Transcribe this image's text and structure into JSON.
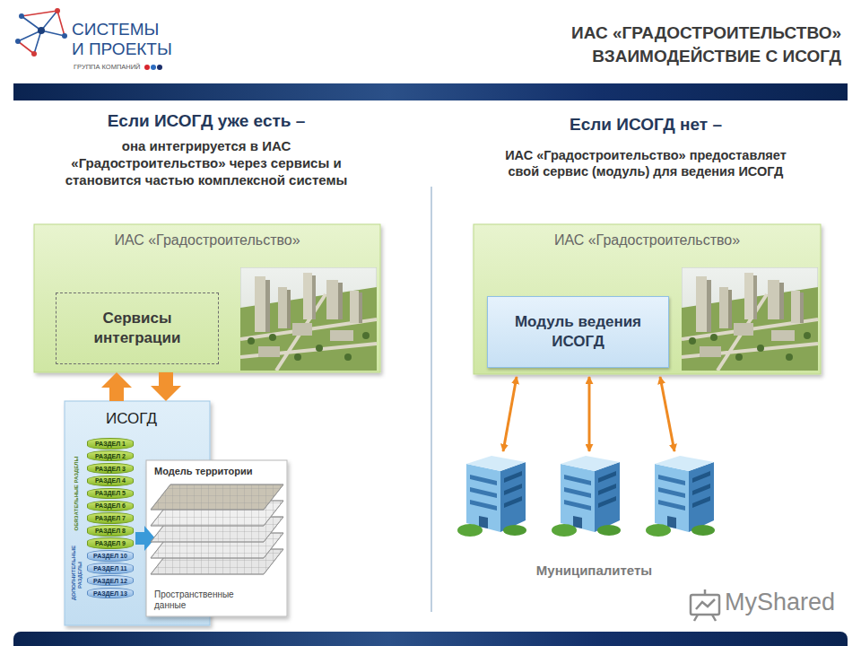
{
  "diagram": {
    "title": "ИАС «ГРАДОСТРОИТЕЛЬСТВО» ВЗАИМОДЕЙСТВИЕ С ИСОГД",
    "nodes": [
      {
        "text": [
          "ИАС «Градостроительство»"
        ]
      },
      {
        "text": [
          "Сервисы интеграции"
        ],
        "in": 0
      },
      {
        "text": [
          "ИСОГД"
        ]
      },
      {
        "text": [
          "РАЗДЕЛ 1"
        ],
        "in": 2
      },
      {
        "text": [
          "РАЗДЕЛ 2"
        ],
        "in": 2
      },
      {
        "text": [
          "РАЗДЕЛ 3"
        ],
        "in": 2
      },
      {
        "text": [
          "РАЗДЕЛ 4"
        ],
        "in": 2
      },
      {
        "text": [
          "РАЗДЕЛ 5"
        ],
        "in": 2
      },
      {
        "text": [
          "РАЗДЕЛ 6"
        ],
        "in": 2
      },
      {
        "text": [
          "РАЗДЕЛ 7"
        ],
        "in": 2
      },
      {
        "text": [
          "РАЗДЕЛ 8"
        ],
        "in": 2
      },
      {
        "text": [
          "РАЗДЕЛ 9"
        ],
        "in": 2
      },
      {
        "text": [
          "РАЗДЕЛ 10"
        ],
        "in": 2
      },
      {
        "text": [
          "РАЗДЕЛ 11"
        ],
        "in": 2
      },
      {
        "text": [
          "РАЗДЕЛ 12"
        ],
        "in": 2
      },
      {
        "text": [
          "РАЗДЕЛ 13"
        ],
        "in": 2
      },
      {
        "text": [
          "Модель территории",
          "Пространственные данные"
        ]
      },
      {
        "text": [
          "ИАС «Градостроительство»"
        ]
      },
      {
        "text": [
          "Модуль ведения ИСОГД"
        ],
        "in": 17
      }
    ],
    "edges": [
      {
        "from": 2,
        "to": 0,
        "arrow": "to"
      },
      {
        "from": 0,
        "to": 2,
        "arrow": "to"
      }
    ],
    "labels": [
      "СИСТЕМЫ",
      "И ПРОЕКТЫ",
      "ГРУППА КОМПАНИЙ",
      "Если ИСОГД уже есть –",
      "она интегрируется в ИАС «Градостроительство» через сервисы и становится частью комплексной системы",
      "Если ИСОГД нет –",
      "ИАС «Градостроительство» предоставляет свой сервис (модуль) для ведения ИСОГД",
      "ОБЯЗАТЕЛЬНЫЕ РАЗДЕЛЫ",
      "ДОПОЛНИТЕЛЬНЫЕ РАЗДЕЛЫ",
      "Муниципалитеты",
      "MyShared"
    ]
  }
}
